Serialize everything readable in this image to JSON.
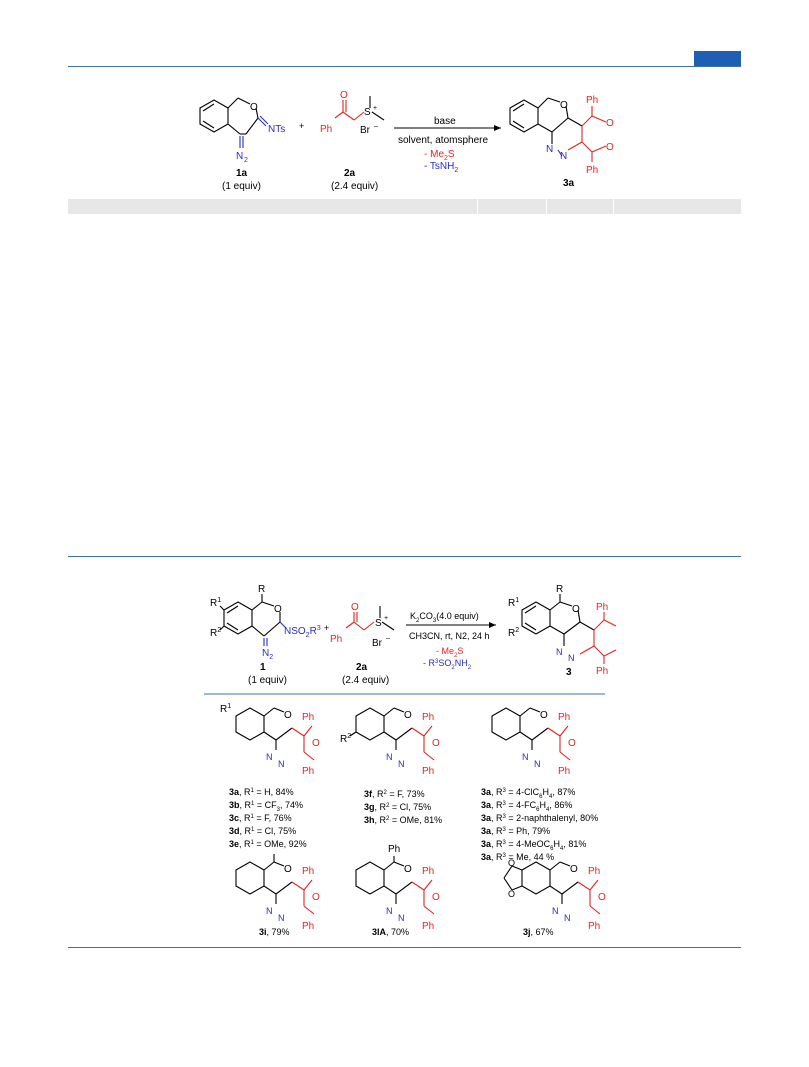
{
  "page": {
    "accent_color": "#1f5fb3",
    "rule_color": "#3d6fb5",
    "highlight_color": "#e8231f",
    "blue_color": "#2a2ad0"
  },
  "scheme1": {
    "reactant_1a": {
      "id": "1a",
      "equiv": "(1 equiv)",
      "ts_label": "NTs",
      "n2_label": "N",
      "n2_sub": "2",
      "o_label": "O"
    },
    "reactant_2a": {
      "id": "2a",
      "equiv": "(2.4 equiv)",
      "ph_label": "Ph",
      "o_label": "O",
      "s_label": "S",
      "s_charge": "+",
      "br_label": "Br",
      "br_charge": "–"
    },
    "plus": "+",
    "arrow_top": "base",
    "arrow_bottom": "solvent, atomsphere",
    "byproduct1_pre": "- Me",
    "byproduct1_sub": "2",
    "byproduct1_post": "S",
    "byproduct2_pre": "- TsNH",
    "byproduct2_sub": "2",
    "product": {
      "id": "3a",
      "ph1": "Ph",
      "ph2": "Ph",
      "o_top": "O",
      "o_right1": "O",
      "o_right2": "O",
      "n1": "N",
      "n2": "N"
    }
  },
  "scheme2": {
    "reactant_1": {
      "id": "1",
      "equiv": "(1 equiv)",
      "r": "R",
      "r1": "R",
      "r1_sup": "1",
      "r2": "R",
      "r2_sup": "2",
      "o_label": "O",
      "nso2_pre": "NSO",
      "nso2_sub": "2",
      "nso2_r": "R",
      "nso2_sup": "3",
      "n2_label": "N",
      "n2_sub": "2"
    },
    "reactant_2a": {
      "id": "2a",
      "equiv": "(2.4 equiv)",
      "ph_label": "Ph",
      "o_label": "O",
      "s_label": "S",
      "s_charge": "+",
      "br_label": "Br",
      "br_charge": "–"
    },
    "plus": "+",
    "arrow_top_pre": "K",
    "arrow_top_sub1": "2",
    "arrow_top_mid": "CO",
    "arrow_top_sub2": "3",
    "arrow_top_post": "(4.0 equiv)",
    "arrow_bottom": "CH3CN, rt, N2, 24 h",
    "byproduct1_pre": "- Me",
    "byproduct1_sub": "2",
    "byproduct1_post": "S",
    "byproduct2_pre": "- R",
    "byproduct2_sup": "3",
    "byproduct2_mid": "SO",
    "byproduct2_sub": "2",
    "byproduct2_post": "NH",
    "byproduct2_sub2": "2",
    "product": {
      "id": "3",
      "r": "R",
      "r1": "R",
      "r1_sup": "1",
      "r2": "R",
      "r2_sup": "2",
      "ph1": "Ph",
      "ph2": "Ph",
      "o": "O"
    }
  },
  "scope": {
    "group1": {
      "r_label": "R",
      "r_sup": "1",
      "entries": [
        {
          "id": "3a",
          "text": ", R",
          "sup": "1",
          "rest": " = H, 84%"
        },
        {
          "id": "3b",
          "text": ", R",
          "sup": "1",
          "rest": " = CF",
          "sub": "3",
          "tail": ", 74%"
        },
        {
          "id": "3c",
          "text": ", R",
          "sup": "1",
          "rest": " = F, 76%"
        },
        {
          "id": "3d",
          "text": ", R",
          "sup": "1",
          "rest": " = Cl, 75%"
        },
        {
          "id": "3e",
          "text": ", R",
          "sup": "1",
          "rest": " = OMe, 92%"
        }
      ]
    },
    "group2": {
      "r_label": "R",
      "r_sup": "2",
      "entries": [
        {
          "id": "3f",
          "text": ", R",
          "sup": "2",
          "rest": " = F, 73%"
        },
        {
          "id": "3g",
          "text": ", R",
          "sup": "2",
          "rest": " = Cl, 75%"
        },
        {
          "id": "3h",
          "text": ", R",
          "sup": "2",
          "rest": " = OMe, 81%"
        }
      ]
    },
    "group3": {
      "entries": [
        {
          "id": "3a",
          "text": ", R",
          "sup": "3",
          "rest": " = 4-ClC",
          "sub": "6",
          "mid": "H",
          "sub2": "4",
          "tail": ", 87%"
        },
        {
          "id": "3a",
          "text": ", R",
          "sup": "3",
          "rest": " = 4-FC",
          "sub": "6",
          "mid": "H",
          "sub2": "4",
          "tail": ", 86%"
        },
        {
          "id": "3a",
          "text": ", R",
          "sup": "3",
          "rest": " = 2-naphthalenyl, 80%"
        },
        {
          "id": "3a",
          "text": ", R",
          "sup": "3",
          "rest": " = Ph, 79%"
        },
        {
          "id": "3a",
          "text": ", R",
          "sup": "3",
          "rest": " = 4-MeOC",
          "sub": "6",
          "mid": "H",
          "sub2": "4",
          "tail": ", 81%"
        },
        {
          "id": "3a",
          "text": ", R",
          "sup": "3",
          "rest": " = Me, 44 %"
        }
      ]
    },
    "compound_3i": {
      "id": "3i",
      "yield": ", 79%"
    },
    "compound_3lA": {
      "id": "3lA",
      "yield": ", 70%",
      "ph": "Ph"
    },
    "compound_3j": {
      "id": "3j",
      "yield": ", 67%"
    },
    "labels": {
      "ph": "Ph",
      "o": "O",
      "n": "N"
    }
  }
}
